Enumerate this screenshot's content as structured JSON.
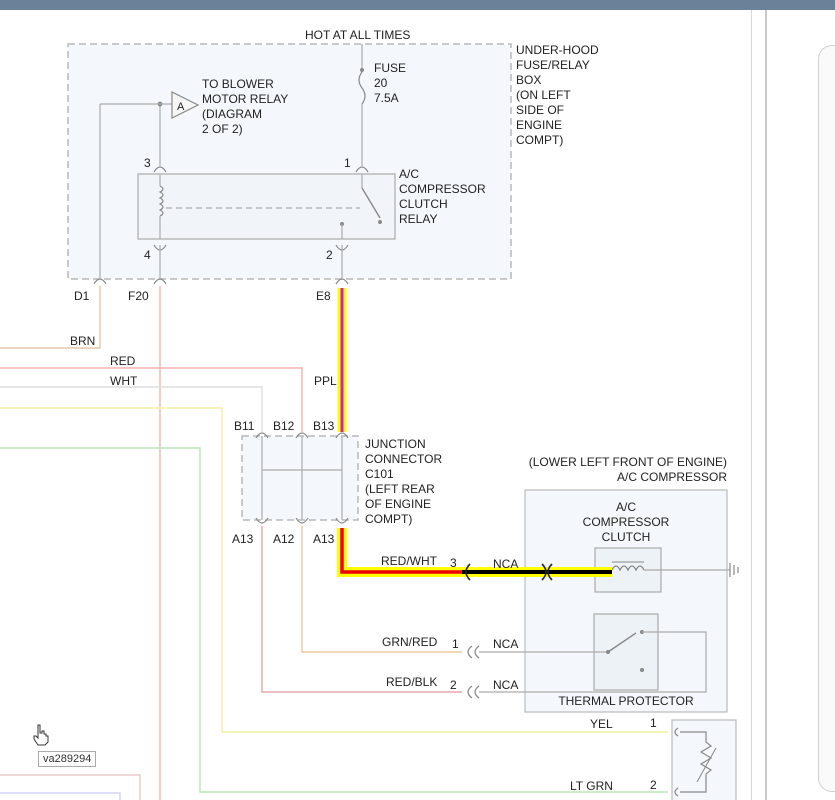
{
  "labels": {
    "hot": "HOT AT ALL TIMES",
    "underhood": [
      "UNDER-HOOD",
      "FUSE/RELAY",
      "BOX",
      "(ON LEFT",
      "SIDE OF",
      "ENGINE",
      "COMPT)"
    ],
    "fuse": [
      "FUSE",
      "20",
      "7.5A"
    ],
    "blower": [
      "TO BLOWER",
      "MOTOR RELAY",
      "(DIAGRAM",
      "2 OF 2)"
    ],
    "connector_a": "A",
    "relay": [
      "A/C",
      "COMPRESSOR",
      "CLUTCH",
      "RELAY"
    ],
    "pin3": "3",
    "pin1": "1",
    "pin4": "4",
    "pin2": "2",
    "d1": "D1",
    "f20": "F20",
    "e8": "E8",
    "brn": "BRN",
    "red": "RED",
    "wht": "WHT",
    "ppl": "PPL",
    "b11": "B11",
    "b12": "B12",
    "b13": "B13",
    "junction": [
      "JUNCTION",
      "CONNECTOR",
      "C101",
      "(LEFT REAR",
      "OF ENGINE",
      "COMPT)"
    ],
    "a13a": "A13",
    "a12": "A12",
    "a13b": "A13",
    "lower_left": "(LOWER LEFT FRONT OF ENGINE)",
    "compressor": "A/C COMPRESSOR",
    "clutch": [
      "A/C",
      "COMPRESSOR",
      "CLUTCH"
    ],
    "redwht": "RED/WHT",
    "c3": "3",
    "nca1": "NCA",
    "grnred": "GRN/RED",
    "c1": "1",
    "nca2": "NCA",
    "redblk": "RED/BLK",
    "c2": "2",
    "nca3": "NCA",
    "thermal": "THERMAL PROTECTOR",
    "yel": "YEL",
    "y1": "1",
    "ltgrn": "LT GRN",
    "g2": "2"
  },
  "tooltip": "va289294",
  "colors": {
    "highlight_yellow": "#ffff00",
    "wire_ppl": "#cc22cc",
    "wire_red": "#ee0000",
    "wire_black": "#000000",
    "box_border": "#b8b8b8",
    "box_fill": "#f4f8fc"
  }
}
